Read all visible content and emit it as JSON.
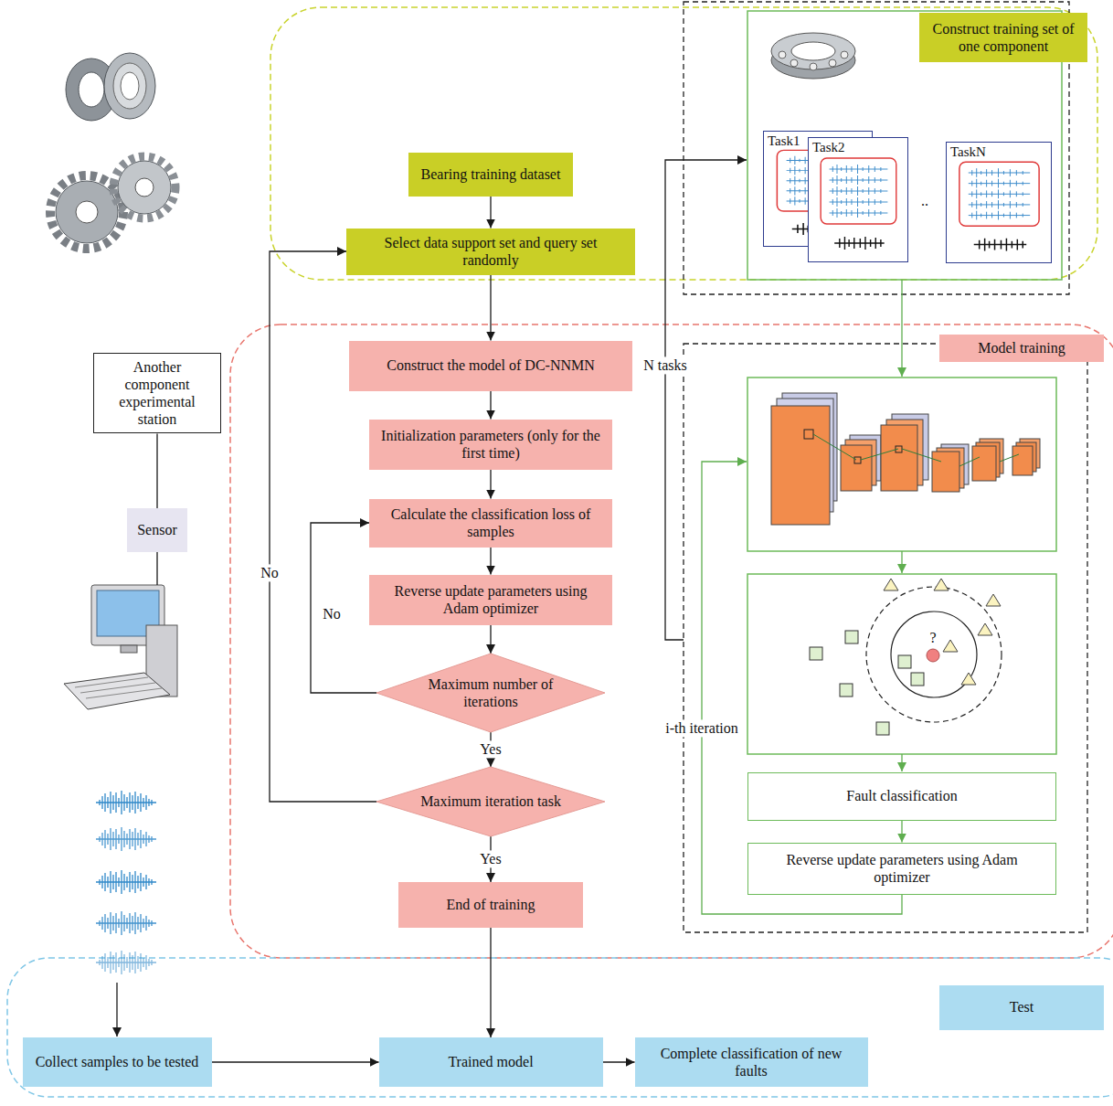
{
  "diagram": {
    "nodes": [
      {
        "text": [
          "Construct training set of one component"
        ]
      },
      {
        "text": [
          "Bearing training dataset"
        ]
      },
      {
        "text": [
          "Select data support set and query set randomly"
        ]
      },
      {
        "text": [
          "Task1"
        ]
      },
      {
        "text": [
          "Task2"
        ]
      },
      {
        "text": [
          "TaskN"
        ]
      },
      {
        "text": [
          "Another component experimental station"
        ]
      },
      {
        "text": [
          "Model training"
        ]
      },
      {
        "text": [
          "Construct the model of DC-NNMN"
        ]
      },
      {
        "text": [
          "Initialization parameters (only for the first time)"
        ]
      },
      {
        "text": [
          "Calculate the classification loss of samples"
        ]
      },
      {
        "text": [
          "Reverse update parameters using Adam optimizer"
        ]
      },
      {
        "text": [
          "Maximum number of iterations"
        ]
      },
      {
        "text": [
          "Sensor"
        ]
      },
      {
        "text": [
          "Maximum iteration task"
        ]
      },
      {
        "text": [
          "Fault classification"
        ]
      },
      {
        "text": [
          "End of training"
        ]
      },
      {
        "text": [
          "Reverse update parameters using Adam optimizer"
        ]
      },
      {
        "text": [
          "Test"
        ]
      },
      {
        "text": [
          "Collect samples to be tested"
        ]
      },
      {
        "text": [
          "Trained model"
        ]
      },
      {
        "text": [
          "Complete classification of new faults"
        ]
      }
    ],
    "edges": [
      {
        "from": 1,
        "to": 2,
        "arrow": "to"
      },
      {
        "from": 2,
        "to": 8,
        "arrow": "to"
      },
      {
        "from": 8,
        "to": 9,
        "arrow": "to"
      },
      {
        "from": 9,
        "to": 10,
        "arrow": "to"
      },
      {
        "from": 10,
        "to": 11,
        "arrow": "to"
      },
      {
        "from": 11,
        "to": 12,
        "arrow": "to"
      },
      {
        "from": 12,
        "to": 10,
        "arrow": "to",
        "label": "No"
      },
      {
        "from": 12,
        "to": 14,
        "arrow": "to",
        "label": "Yes"
      },
      {
        "from": 14,
        "to": 2,
        "arrow": "to",
        "label": "No"
      },
      {
        "from": 14,
        "to": 16,
        "arrow": "to",
        "label": "Yes"
      },
      {
        "from": 16,
        "to": 20,
        "arrow": "to"
      },
      {
        "from": 19,
        "to": 20,
        "arrow": "to"
      },
      {
        "from": 20,
        "to": 21,
        "arrow": "to"
      },
      {
        "from": 6,
        "to": 13,
        "arrow": "none"
      },
      {
        "from": 15,
        "to": 17,
        "arrow": "to"
      }
    ],
    "labels": [
      "N tasks",
      "i-th iteration",
      "..",
      "?"
    ]
  }
}
